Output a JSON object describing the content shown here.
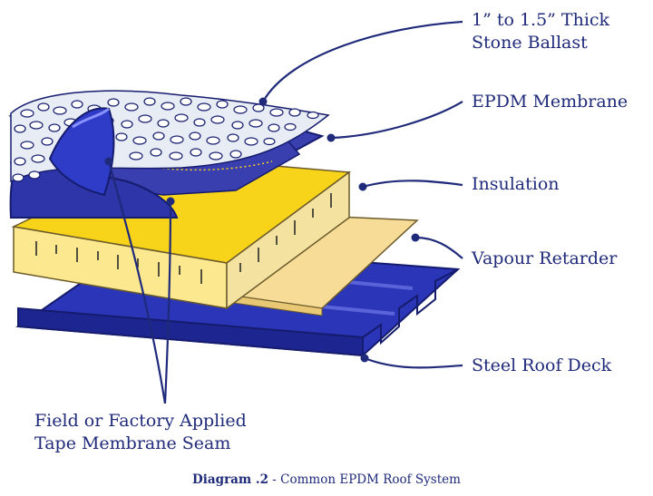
{
  "labels": {
    "ballast_line1": "1” to 1.5” Thick",
    "ballast_line2": "Stone Ballast",
    "membrane": "EPDM Membrane",
    "insulation": "Insulation",
    "vapour": "Vapour Retarder",
    "deck": "Steel Roof Deck",
    "seam_line1": "Field or Factory Applied",
    "seam_line2": "Tape Membrane Seam"
  },
  "caption": {
    "bold": "Diagram .2",
    "text": " - Common EPDM Roof System"
  },
  "colors": {
    "navy": "#1f2a7a",
    "deck_blue": "#2a35b8",
    "membrane_blue": "#3a3fb0",
    "insulation_yellow": "#f7d31a",
    "insulation_side": "#fbe88f",
    "vapour_tan": "#f6dc97",
    "stone_fill": "#ffffff"
  }
}
